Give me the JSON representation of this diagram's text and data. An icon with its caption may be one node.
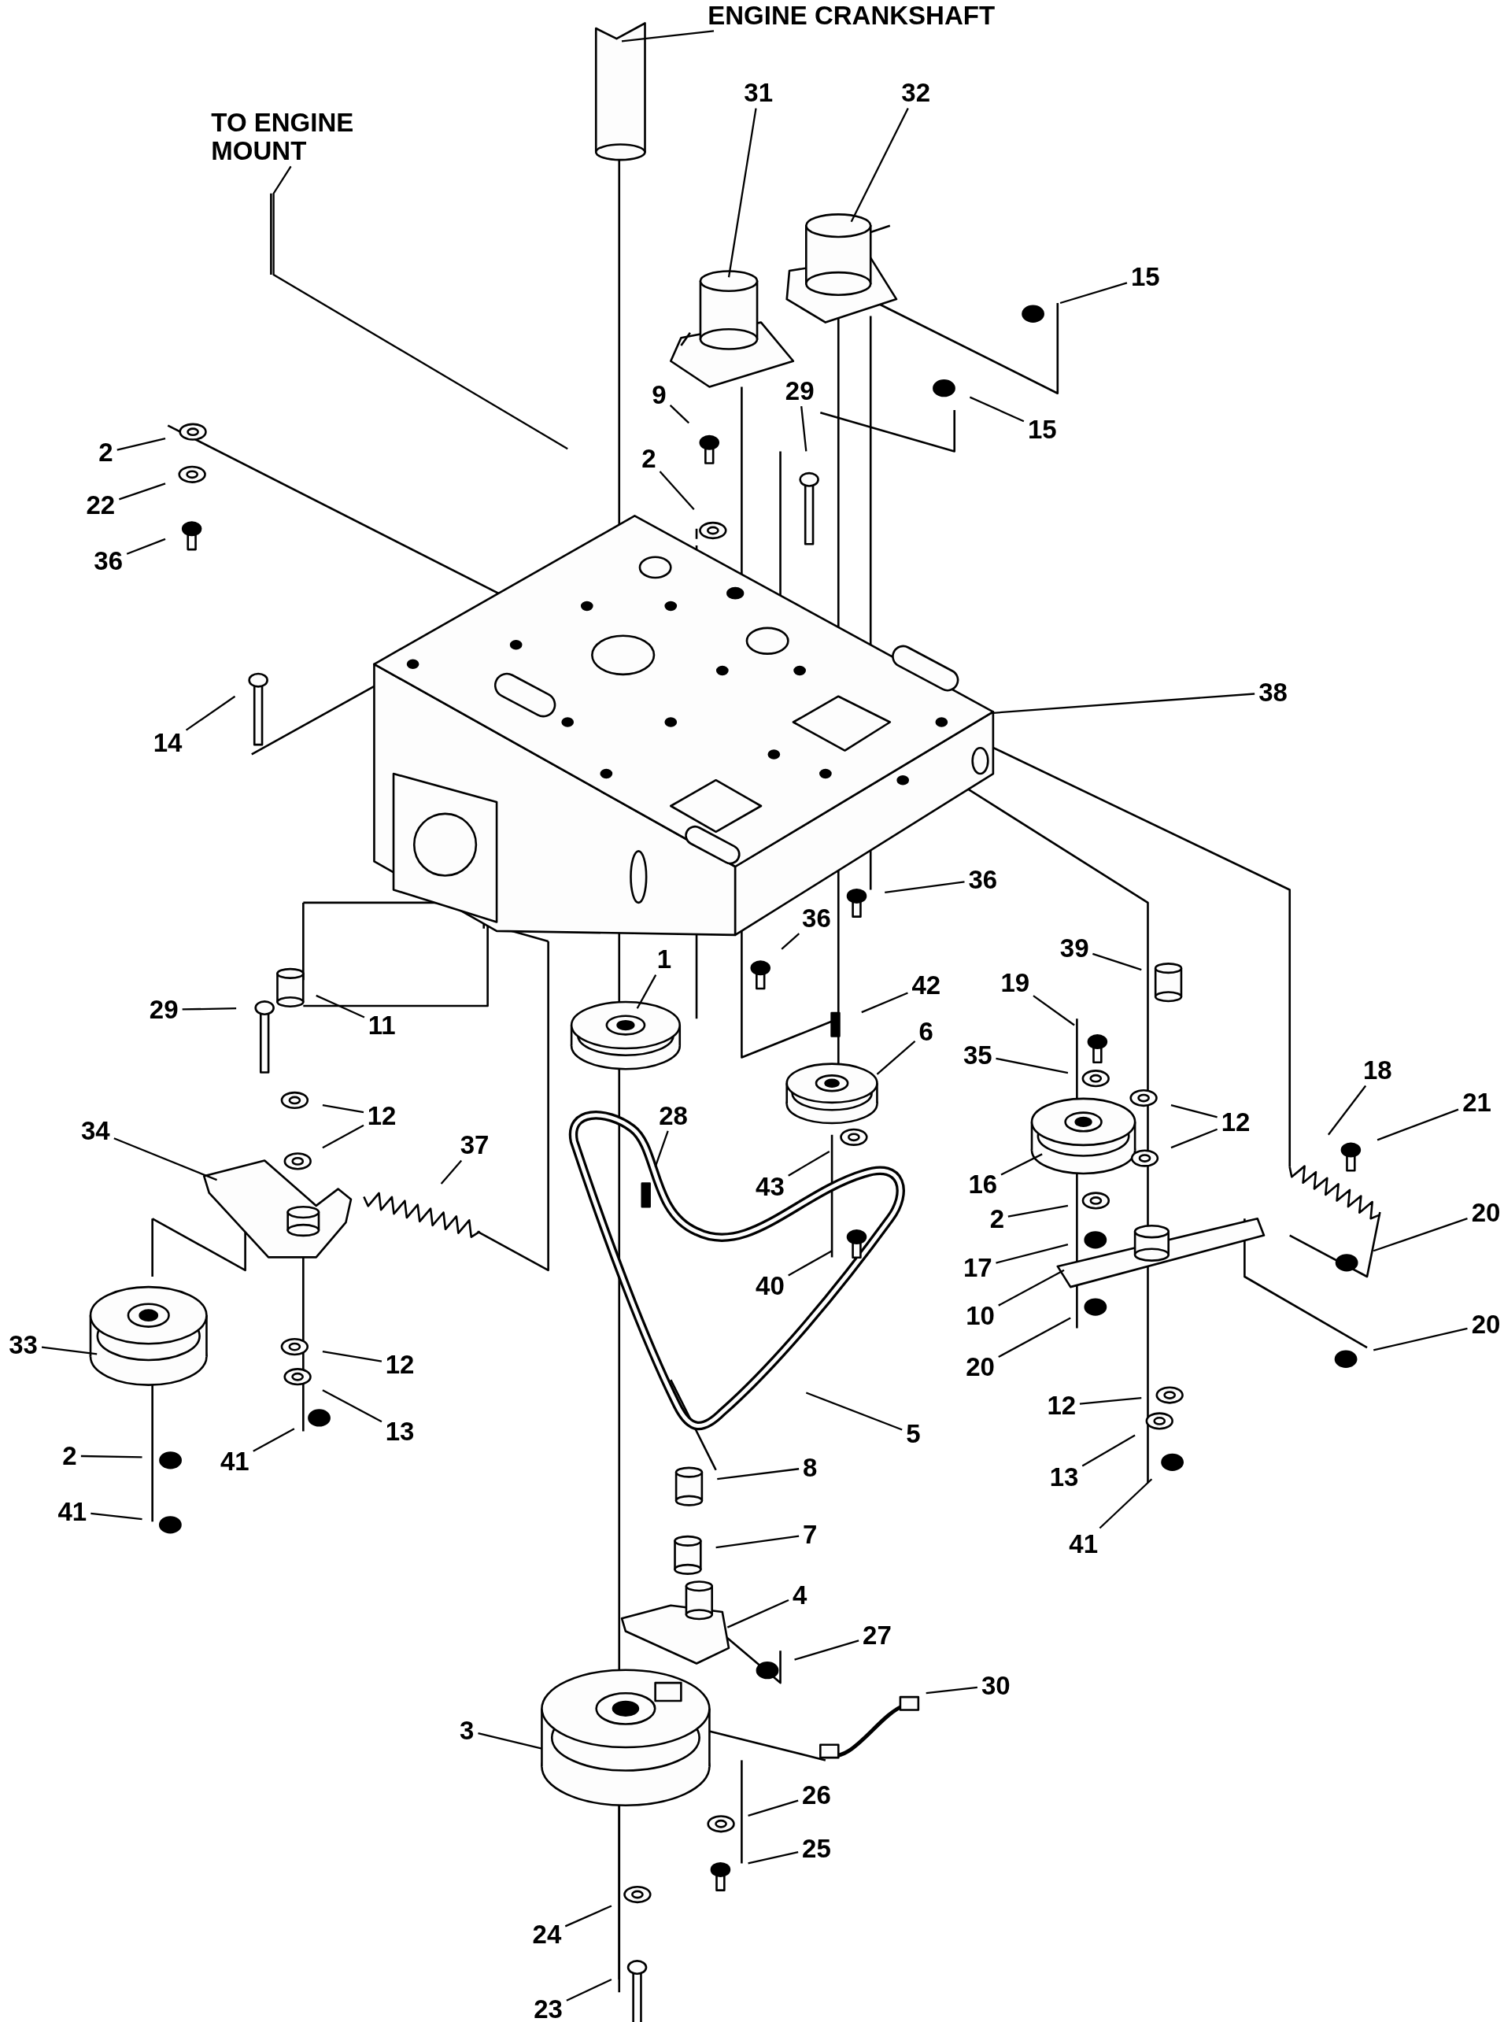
{
  "diagram": {
    "nodes": [
      {
        "text": [
          "ENGINE CRANKSHAFT"
        ]
      },
      {
        "text": [
          "TO ENGINE MOUNT"
        ]
      },
      {
        "text": [
          "31"
        ]
      },
      {
        "text": [
          "32"
        ]
      },
      {
        "text": [
          "15"
        ]
      },
      {
        "text": [
          "15"
        ]
      },
      {
        "text": [
          "9"
        ]
      },
      {
        "text": [
          "29"
        ]
      },
      {
        "text": [
          "2"
        ]
      },
      {
        "text": [
          "2"
        ]
      },
      {
        "text": [
          "22"
        ]
      },
      {
        "text": [
          "36"
        ]
      },
      {
        "text": [
          "38"
        ]
      },
      {
        "text": [
          "14"
        ]
      },
      {
        "text": [
          "36"
        ]
      },
      {
        "text": [
          "36"
        ]
      },
      {
        "text": [
          "1"
        ]
      },
      {
        "text": [
          "39"
        ]
      },
      {
        "text": [
          "42"
        ]
      },
      {
        "text": [
          "19"
        ]
      },
      {
        "text": [
          "29"
        ]
      },
      {
        "text": [
          "11"
        ]
      },
      {
        "text": [
          "35"
        ]
      },
      {
        "text": [
          "6"
        ]
      },
      {
        "text": [
          "18"
        ]
      },
      {
        "text": [
          "21"
        ]
      },
      {
        "text": [
          "12"
        ]
      },
      {
        "text": [
          "12"
        ]
      },
      {
        "text": [
          "28"
        ]
      },
      {
        "text": [
          "37"
        ]
      },
      {
        "text": [
          "34"
        ]
      },
      {
        "text": [
          "16"
        ]
      },
      {
        "text": [
          "43"
        ]
      },
      {
        "text": [
          "2"
        ]
      },
      {
        "text": [
          "20"
        ]
      },
      {
        "text": [
          "17"
        ]
      },
      {
        "text": [
          "40"
        ]
      },
      {
        "text": [
          "10"
        ]
      },
      {
        "text": [
          "33"
        ]
      },
      {
        "text": [
          "20"
        ]
      },
      {
        "text": [
          "20"
        ]
      },
      {
        "text": [
          "12"
        ]
      },
      {
        "text": [
          "5"
        ]
      },
      {
        "text": [
          "12"
        ]
      },
      {
        "text": [
          "13"
        ]
      },
      {
        "text": [
          "41"
        ]
      },
      {
        "text": [
          "2"
        ]
      },
      {
        "text": [
          "13"
        ]
      },
      {
        "text": [
          "8"
        ]
      },
      {
        "text": [
          "41"
        ]
      },
      {
        "text": [
          "41"
        ]
      },
      {
        "text": [
          "7"
        ]
      },
      {
        "text": [
          "4"
        ]
      },
      {
        "text": [
          "27"
        ]
      },
      {
        "text": [
          "30"
        ]
      },
      {
        "text": [
          "3"
        ]
      },
      {
        "text": [
          "26"
        ]
      },
      {
        "text": [
          "25"
        ]
      },
      {
        "text": [
          "24"
        ]
      },
      {
        "text": [
          "23"
        ]
      }
    ],
    "edges": [
      {
        "from": 0,
        "to": null,
        "arrow": "none"
      },
      {
        "from": 1,
        "to": null,
        "arrow": "none"
      },
      {
        "from": 2,
        "to": null,
        "arrow": "none"
      },
      {
        "from": 3,
        "to": null,
        "arrow": "none"
      },
      {
        "from": 4,
        "to": null,
        "arrow": "none"
      },
      {
        "from": 5,
        "to": null,
        "arrow": "none"
      },
      {
        "from": 6,
        "to": null,
        "arrow": "none"
      },
      {
        "from": 7,
        "to": null,
        "arrow": "none"
      },
      {
        "from": 8,
        "to": null,
        "arrow": "none"
      },
      {
        "from": 9,
        "to": null,
        "arrow": "none"
      },
      {
        "from": 10,
        "to": null,
        "arrow": "none"
      },
      {
        "from": 11,
        "to": null,
        "arrow": "none"
      },
      {
        "from": 12,
        "to": null,
        "arrow": "none"
      },
      {
        "from": 13,
        "to": null,
        "arrow": "none"
      },
      {
        "from": 14,
        "to": null,
        "arrow": "none"
      },
      {
        "from": 15,
        "to": null,
        "arrow": "none"
      },
      {
        "from": 16,
        "to": null,
        "arrow": "none"
      },
      {
        "from": 17,
        "to": null,
        "arrow": "none"
      },
      {
        "from": 18,
        "to": null,
        "arrow": "none"
      },
      {
        "from": 19,
        "to": null,
        "arrow": "none"
      },
      {
        "from": 20,
        "to": null,
        "arrow": "none"
      },
      {
        "from": 21,
        "to": null,
        "arrow": "none"
      },
      {
        "from": 22,
        "to": null,
        "arrow": "none"
      },
      {
        "from": 23,
        "to": null,
        "arrow": "none"
      },
      {
        "from": 24,
        "to": null,
        "arrow": "none"
      },
      {
        "from": 25,
        "to": null,
        "arrow": "none"
      },
      {
        "from": 26,
        "to": null,
        "arrow": "none"
      },
      {
        "from": 26,
        "to": null,
        "arrow": "none"
      },
      {
        "from": 27,
        "to": null,
        "arrow": "none"
      },
      {
        "from": 27,
        "to": null,
        "arrow": "none"
      },
      {
        "from": 28,
        "to": null,
        "arrow": "none"
      },
      {
        "from": 29,
        "to": null,
        "arrow": "none"
      },
      {
        "from": 30,
        "to": null,
        "arrow": "none"
      },
      {
        "from": 31,
        "to": null,
        "arrow": "none"
      },
      {
        "from": 32,
        "to": null,
        "arrow": "none"
      },
      {
        "from": 33,
        "to": null,
        "arrow": "none"
      },
      {
        "from": 34,
        "to": null,
        "arrow": "none"
      },
      {
        "from": 35,
        "to": null,
        "arrow": "none"
      },
      {
        "from": 36,
        "to": null,
        "arrow": "none"
      },
      {
        "from": 37,
        "to": null,
        "arrow": "none"
      },
      {
        "from": 38,
        "to": null,
        "arrow": "none"
      },
      {
        "from": 39,
        "to": null,
        "arrow": "none"
      },
      {
        "from": 40,
        "to": null,
        "arrow": "none"
      },
      {
        "from": 41,
        "to": null,
        "arrow": "none"
      },
      {
        "from": 42,
        "to": null,
        "arrow": "none"
      },
      {
        "from": 43,
        "to": null,
        "arrow": "none"
      },
      {
        "from": 44,
        "to": null,
        "arrow": "none"
      },
      {
        "from": 45,
        "to": null,
        "arrow": "none"
      },
      {
        "from": 46,
        "to": null,
        "arrow": "none"
      },
      {
        "from": 47,
        "to": null,
        "arrow": "none"
      },
      {
        "from": 48,
        "to": null,
        "arrow": "none"
      },
      {
        "from": 49,
        "to": null,
        "arrow": "none"
      },
      {
        "from": 50,
        "to": null,
        "arrow": "none"
      },
      {
        "from": 51,
        "to": null,
        "arrow": "none"
      },
      {
        "from": 52,
        "to": null,
        "arrow": "none"
      },
      {
        "from": 53,
        "to": null,
        "arrow": "none"
      },
      {
        "from": 54,
        "to": null,
        "arrow": "none"
      },
      {
        "from": 55,
        "to": null,
        "arrow": "none"
      },
      {
        "from": 56,
        "to": null,
        "arrow": "none"
      },
      {
        "from": 57,
        "to": null,
        "arrow": "none"
      },
      {
        "from": 58,
        "to": null,
        "arrow": "none"
      },
      {
        "from": 59,
        "to": null,
        "arrow": "none"
      }
    ]
  }
}
